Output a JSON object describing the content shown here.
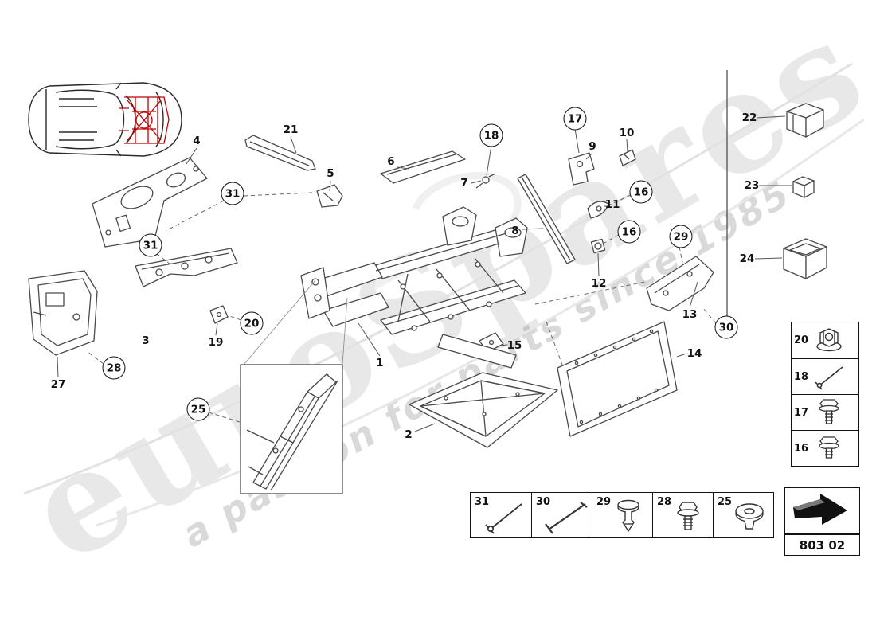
{
  "watermark": {
    "brand": "euroSpares",
    "tagline": "a passion for parts since 1985"
  },
  "page": {
    "code": "803 02"
  },
  "colors": {
    "highlight_red": "#c00000",
    "line_gray": "#4a4a4a",
    "watermark_gray": "#bdbdbd"
  },
  "callouts": [
    {
      "label": "1",
      "circled": false
    },
    {
      "label": "2",
      "circled": false
    },
    {
      "label": "3",
      "circled": false
    },
    {
      "label": "4",
      "circled": false
    },
    {
      "label": "5",
      "circled": false
    },
    {
      "label": "6",
      "circled": false
    },
    {
      "label": "7",
      "circled": false
    },
    {
      "label": "8",
      "circled": false
    },
    {
      "label": "9",
      "circled": false
    },
    {
      "label": "10",
      "circled": false
    },
    {
      "label": "11",
      "circled": false
    },
    {
      "label": "12",
      "circled": false
    },
    {
      "label": "13",
      "circled": false
    },
    {
      "label": "14",
      "circled": false
    },
    {
      "label": "15",
      "circled": false
    },
    {
      "label": "16",
      "circled": true
    },
    {
      "label": "16",
      "circled": true
    },
    {
      "label": "17",
      "circled": true
    },
    {
      "label": "18",
      "circled": true
    },
    {
      "label": "19",
      "circled": false
    },
    {
      "label": "20",
      "circled": true
    },
    {
      "label": "21",
      "circled": false
    },
    {
      "label": "22",
      "circled": false
    },
    {
      "label": "23",
      "circled": false
    },
    {
      "label": "24",
      "circled": false
    },
    {
      "label": "25",
      "circled": true
    },
    {
      "label": "27",
      "circled": false
    },
    {
      "label": "28",
      "circled": true
    },
    {
      "label": "29",
      "circled": true
    },
    {
      "label": "30",
      "circled": true
    },
    {
      "label": "31",
      "circled": true
    },
    {
      "label": "31",
      "circled": true
    }
  ],
  "sidebar_items": [
    {
      "label": "20",
      "icon": "flange-nut"
    },
    {
      "label": "18",
      "icon": "blind-rivet"
    },
    {
      "label": "17",
      "icon": "hex-bolt"
    },
    {
      "label": "16",
      "icon": "hex-bolt"
    }
  ],
  "fastener_row": [
    {
      "label": "31",
      "icon": "blind-rivet"
    },
    {
      "label": "30",
      "icon": "expansion-rivet"
    },
    {
      "label": "29",
      "icon": "push-rivet"
    },
    {
      "label": "28",
      "icon": "flange-bolt"
    },
    {
      "label": "25",
      "icon": "grommet"
    }
  ]
}
